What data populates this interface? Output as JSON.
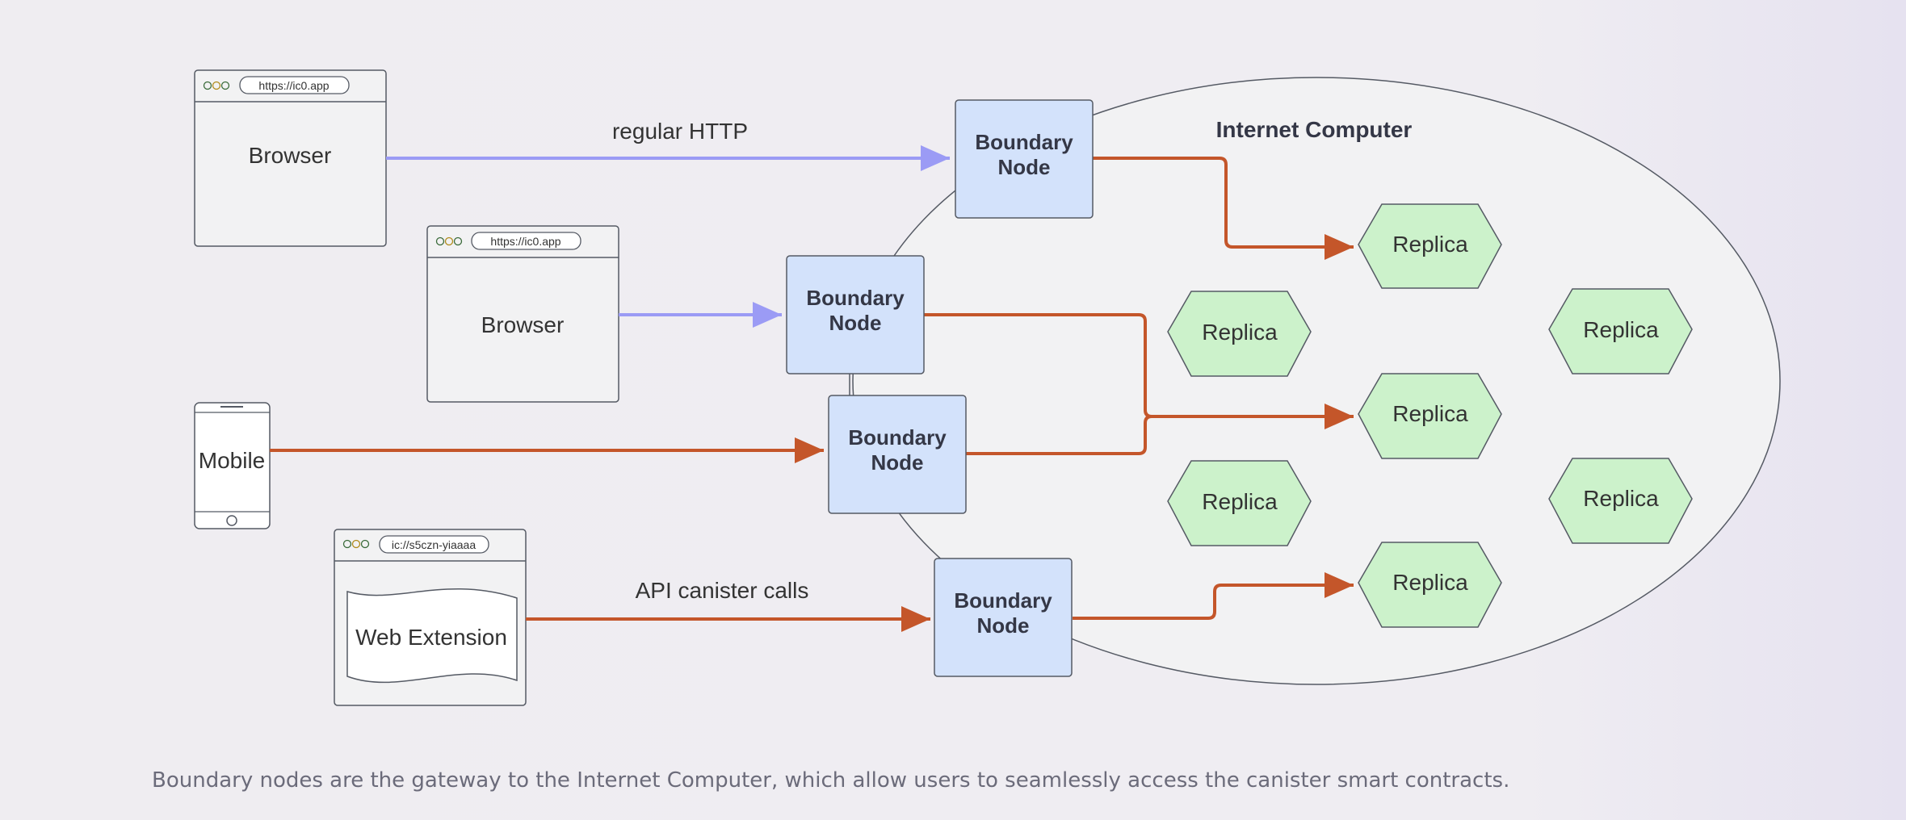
{
  "diagram": {
    "region_label": "Internet Computer",
    "edge_labels": {
      "http": "regular HTTP",
      "api": "API canister calls"
    },
    "clients": {
      "browser_1": {
        "label": "Browser",
        "url": "https://ic0.app"
      },
      "browser_2": {
        "label": "Browser",
        "url": "https://ic0.app"
      },
      "mobile": {
        "label": "Mobile"
      },
      "web_extension": {
        "label": "Web Extension",
        "url": "ic://s5czn-yiaaaa"
      }
    },
    "boundary_nodes": [
      {
        "line1": "Boundary",
        "line2": "Node"
      },
      {
        "line1": "Boundary",
        "line2": "Node"
      },
      {
        "line1": "Boundary",
        "line2": "Node"
      },
      {
        "line1": "Boundary",
        "line2": "Node"
      }
    ],
    "replicas": [
      "Replica",
      "Replica",
      "Replica",
      "Replica",
      "Replica",
      "Replica",
      "Replica"
    ],
    "colors": {
      "http_edge": "#9b9bf5",
      "api_edge": "#c4562a",
      "boundary_fill": "#d3e2fb",
      "replica_fill": "#ccf2cb",
      "region_fill": "#f2f2f3",
      "outline": "#555a64"
    }
  },
  "caption": "Boundary nodes are the gateway to the Internet Computer, which allow users to seamlessly access the canister smart contracts."
}
